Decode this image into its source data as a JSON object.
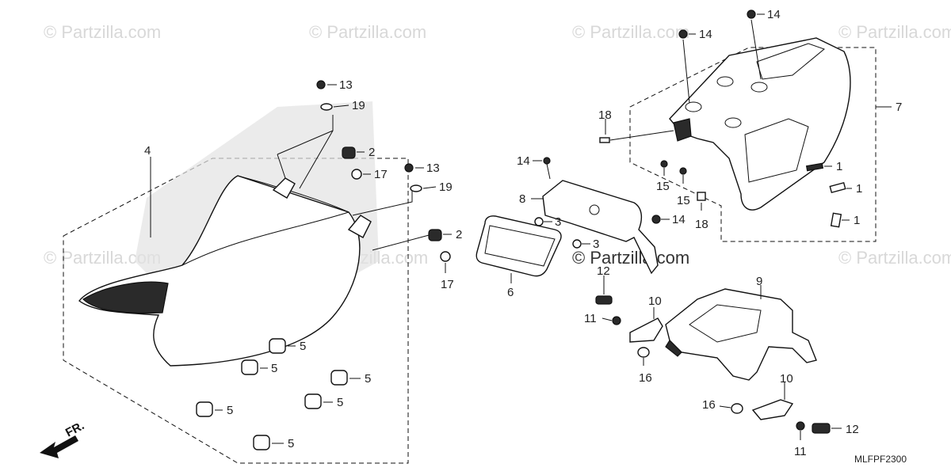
{
  "watermarks": [
    "© Partzilla.com",
    "© Partzilla.com",
    "© Partzilla.com",
    "© Partzilla.com",
    "© Partzilla.com",
    "© Partzilla.com",
    "© Partzilla.com"
  ],
  "center_watermark": "© Partzilla.com",
  "diagram_code": "MLFPF2300",
  "direction_label": "FR.",
  "callouts": {
    "seat": "4",
    "cushion_a": "2",
    "cushion_b": "2",
    "bolt13_a": "13",
    "bolt13_b": "13",
    "washer19_a": "19",
    "washer19_b": "19",
    "collar17_a": "17",
    "collar17_b": "17",
    "rubber5_a": "5",
    "rubber5_b": "5",
    "rubber5_c": "5",
    "rubber5_d": "5",
    "rubber5_e": "5",
    "rubber5_f": "5",
    "pad6": "6",
    "cover8": "8",
    "bolt14_a": "14",
    "bolt14_b": "14",
    "bolt14_c": "14",
    "bolt14_d": "14",
    "nut3_a": "3",
    "nut3_b": "3",
    "cowl7": "7",
    "spring18_a": "18",
    "spring18_b": "18",
    "screw15_a": "15",
    "screw15_b": "15",
    "tape1_a": "1",
    "tape1_b": "1",
    "tape1_c": "1",
    "bracket9": "9",
    "stay10_a": "10",
    "stay10_b": "10",
    "bolt11_a": "11",
    "bolt11_b": "11",
    "bolt12_a": "12",
    "bolt12_b": "12",
    "collar16_a": "16",
    "collar16_b": "16"
  }
}
